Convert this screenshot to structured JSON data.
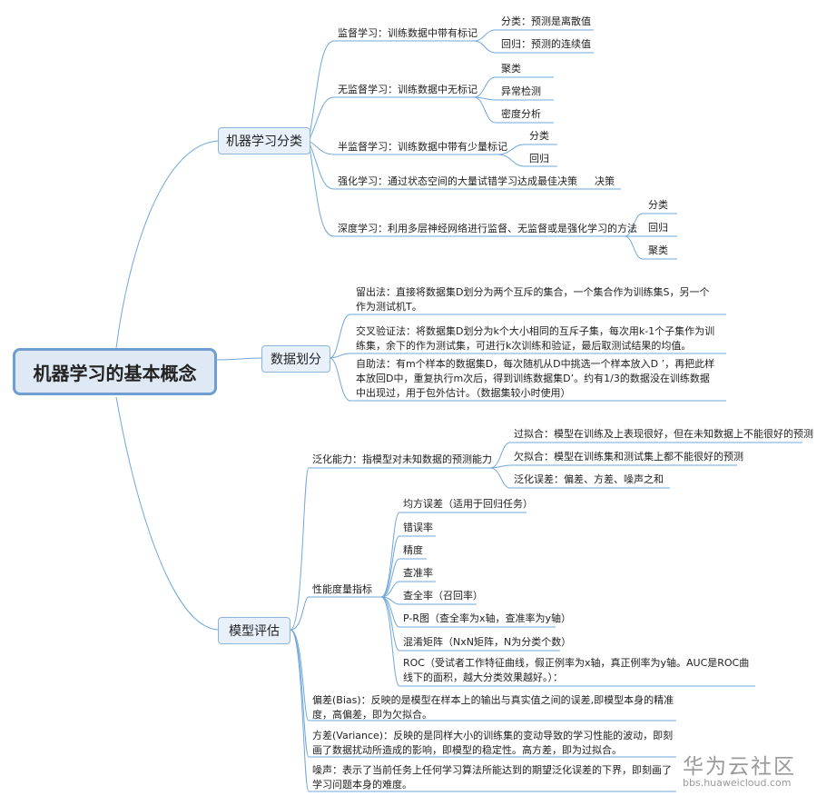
{
  "root": "机器学习的基本概念",
  "branches": {
    "classification": {
      "label": "机器学习分类",
      "supervised": {
        "label": "监督学习：训练数据中带有标记",
        "c1": "分类：预测是离散值",
        "c2": "回归：预测的连续值"
      },
      "unsupervised": {
        "label": "无监督学习：训练数据中无标记",
        "c1": "聚类",
        "c2": "异常检测",
        "c3": "密度分析"
      },
      "semi": {
        "label": "半监督学习：训练数据中带有少量标记",
        "c1": "分类",
        "c2": "回归"
      },
      "reinforce": {
        "label": "强化学习：通过状态空间的大量试错学习达成最佳决策",
        "c1": "决策"
      },
      "deep": {
        "label": "深度学习：利用多层神经网络进行监督、无监督或是强化学习的方法",
        "c1": "分类",
        "c2": "回归",
        "c3": "聚类"
      }
    },
    "split": {
      "label": "数据划分",
      "holdout": "留出法：直接将数据集D划分为两个互斥的集合，一个集合作为训练集S，另一个作为测试机T。",
      "cv": "交叉验证法：将数据集D划分为k个大小相同的互斥子集，每次用k-1个子集作为训练集，余下的作为测试集，可进行k次训练和验证，最后取测试结果的均值。",
      "bootstrap": "自助法：有m个样本的数据集D，每次随机从D中挑选一个样本放入D ’，再把此样本放回D中，重复执行m次后，得到训练数据集D’。约有1/3的数据没在训练数据中出现过，用于包外估计。（数据集较小时使用）"
    },
    "evaluation": {
      "label": "模型评估",
      "generalization": {
        "label": "泛化能力：指模型对未知数据的预测能力",
        "overfit": "过拟合：模型在训练及上表现很好，但在未知数据上不能很好的预测",
        "underfit": "欠拟合：模型在训练集和测试集上都不能很好的预测",
        "error": "泛化误差：偏差、方差、噪声之和"
      },
      "metrics": {
        "label": "性能度量指标",
        "m1": "均方误差（适用于回归任务）",
        "m2": "错误率",
        "m3": "精度",
        "m4": "查准率",
        "m5": "查全率（召回率）",
        "m6": "P-R图（查全率为x轴，查准率为y轴）",
        "m7": "混淆矩阵（NxN矩阵，N为分类个数）",
        "m8": "ROC（受试者工作特征曲线，假正例率为x轴，真正例率为y轴。AUC是ROC曲线下的面积，越大分类效果越好。）："
      },
      "bias": "偏差(Bias)：反映的是模型在样本上的输出与真实值之间的误差,即模型本身的精准度，高偏差，即为欠拟合。",
      "variance": "方差(Variance)：反映的是同样大小的训练集的变动导致的学习性能的波动，即刻画了数据扰动所造成的影响，即模型的稳定性。高方差，即为过拟合。",
      "noise": "噪声：表示了当前任务上任何学习算法所能达到的期望泛化误差的下界，即刻画了学习问题本身的难度。"
    }
  },
  "watermark": {
    "name": "华为云社区",
    "url": "bbs.huaweicloud.com"
  },
  "colors": {
    "line": "#6fa8dc",
    "root_border": "#6f9fd0",
    "root_fill": "#dfe9f5",
    "branch_fill": "#e8f0f9"
  }
}
